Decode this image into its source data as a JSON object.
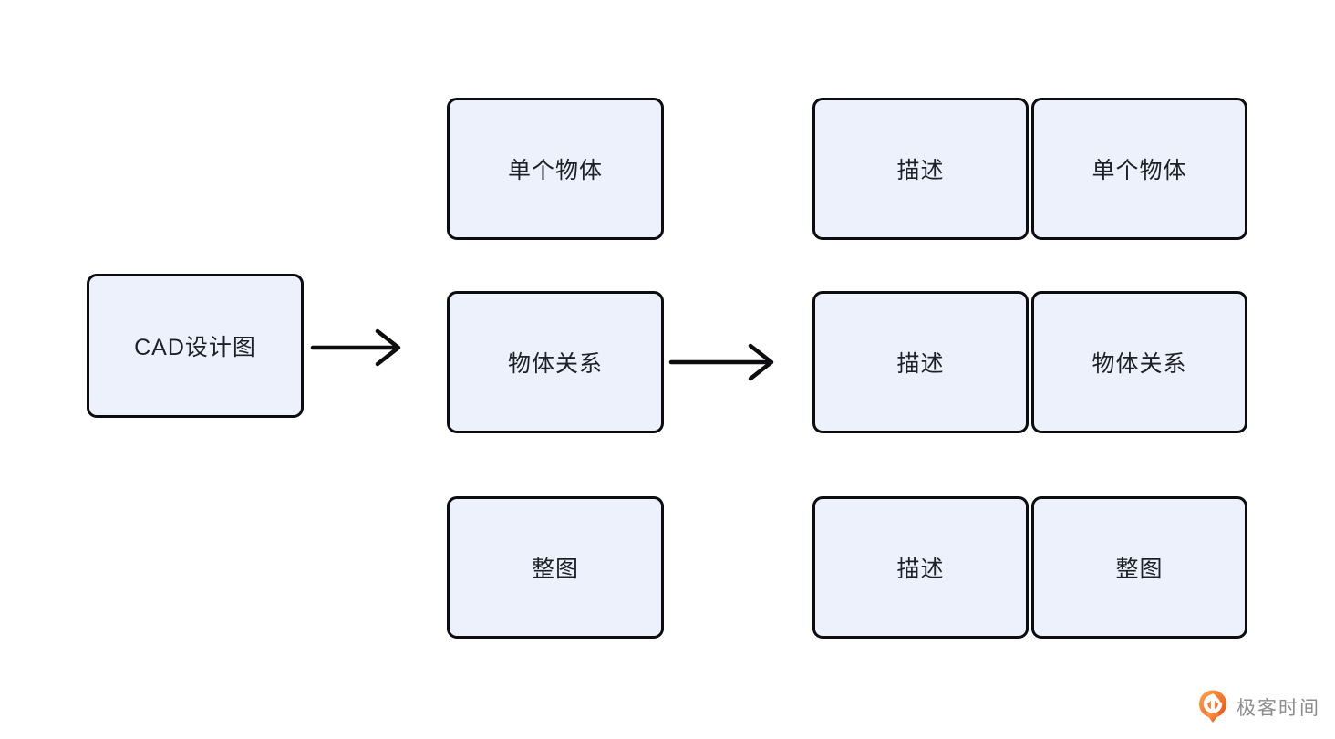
{
  "diagram": {
    "input": {
      "label": "CAD设计图"
    },
    "aspects": [
      {
        "label": "单个物体"
      },
      {
        "label": "物体关系"
      },
      {
        "label": "整图"
      }
    ],
    "outputs": [
      {
        "desc": "描述",
        "aspect": "单个物体"
      },
      {
        "desc": "描述",
        "aspect": "物体关系"
      },
      {
        "desc": "描述",
        "aspect": "整图"
      }
    ],
    "colors": {
      "node_fill": "#edf1fb",
      "node_border": "#0d0d0f",
      "text": "#1d2127",
      "arrow": "#0d0d0f"
    }
  },
  "branding": {
    "name": "极客时间",
    "logo_color": "#f25b0e",
    "text_color": "#8c8c8c"
  }
}
